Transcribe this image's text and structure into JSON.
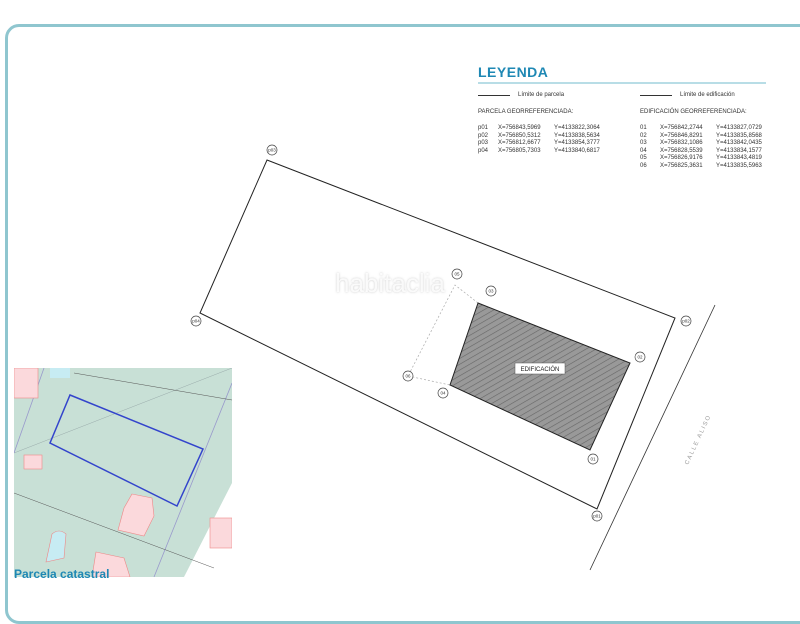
{
  "legend": {
    "title": "LEYENDA",
    "parcel_limit": "Límite de parcela",
    "building_limit": "Límite de edificación",
    "parcel_heading": "PARCELA GEORREFERENCIADA:",
    "building_heading": "EDIFICACIÓN GEORREFERENCIADA:",
    "parcel_points": [
      {
        "id": "p01",
        "x": "X=756843,5969",
        "y": "Y=4133822,3064"
      },
      {
        "id": "p02",
        "x": "X=756850,5312",
        "y": "Y=4133838,5634"
      },
      {
        "id": "p03",
        "x": "X=756812,6677",
        "y": "Y=4133854,3777"
      },
      {
        "id": "p04",
        "x": "X=756805,7303",
        "y": "Y=4133840,6817"
      }
    ],
    "building_points": [
      {
        "id": "01",
        "x": "X=756842,2744",
        "y": "Y=4133827,0729"
      },
      {
        "id": "02",
        "x": "X=756846,8291",
        "y": "Y=4133835,8568"
      },
      {
        "id": "03",
        "x": "X=756832,1086",
        "y": "Y=4133842,0435"
      },
      {
        "id": "04",
        "x": "X=756828,5539",
        "y": "Y=4133834,1577"
      },
      {
        "id": "05",
        "x": "X=756826,9176",
        "y": "Y=4133843,4819"
      },
      {
        "id": "06",
        "x": "X=756825,3631",
        "y": "Y=4133835,5963"
      }
    ]
  },
  "plan": {
    "building_label": "EDIFICACIÓN",
    "street_label": "CALLE ALISO",
    "parcel_markers": [
      "p03",
      "p04",
      "p02",
      "p01"
    ],
    "building_markers": [
      "05",
      "03",
      "02",
      "01",
      "04",
      "06"
    ]
  },
  "inset": {
    "title": "Parcela catastral"
  },
  "watermark": "habitaclia",
  "colors": {
    "accent": "#1e88b4",
    "frame": "#8fc6cf",
    "cadastre_fill": "#c8e0d6",
    "building_fill": "#fbd9dc",
    "parcel_outline": "#3344cc"
  }
}
